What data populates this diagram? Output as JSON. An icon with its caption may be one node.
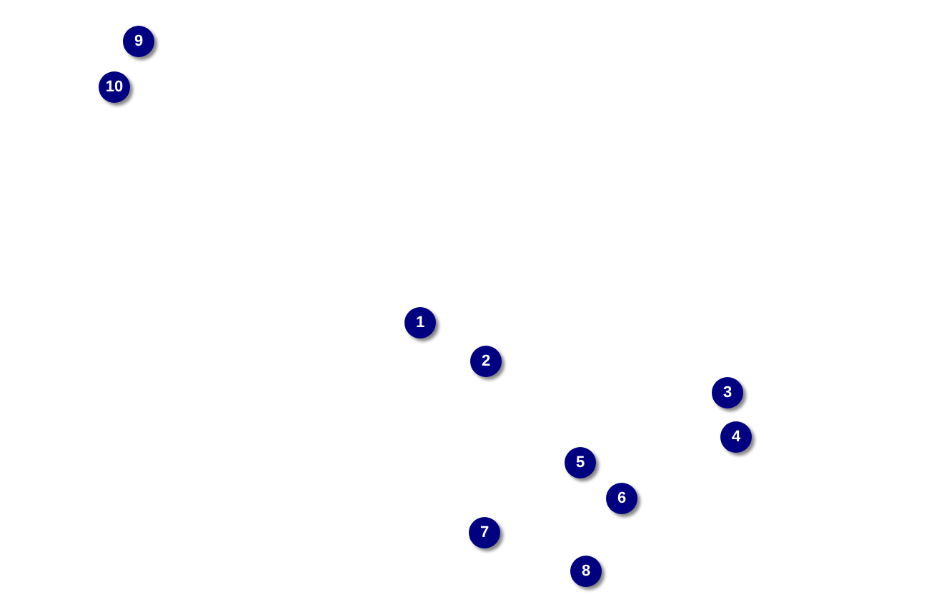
{
  "diagram": {
    "labels": [
      "9",
      "10",
      "1",
      "2",
      "3",
      "4",
      "5",
      "6",
      "7",
      "8"
    ]
  }
}
